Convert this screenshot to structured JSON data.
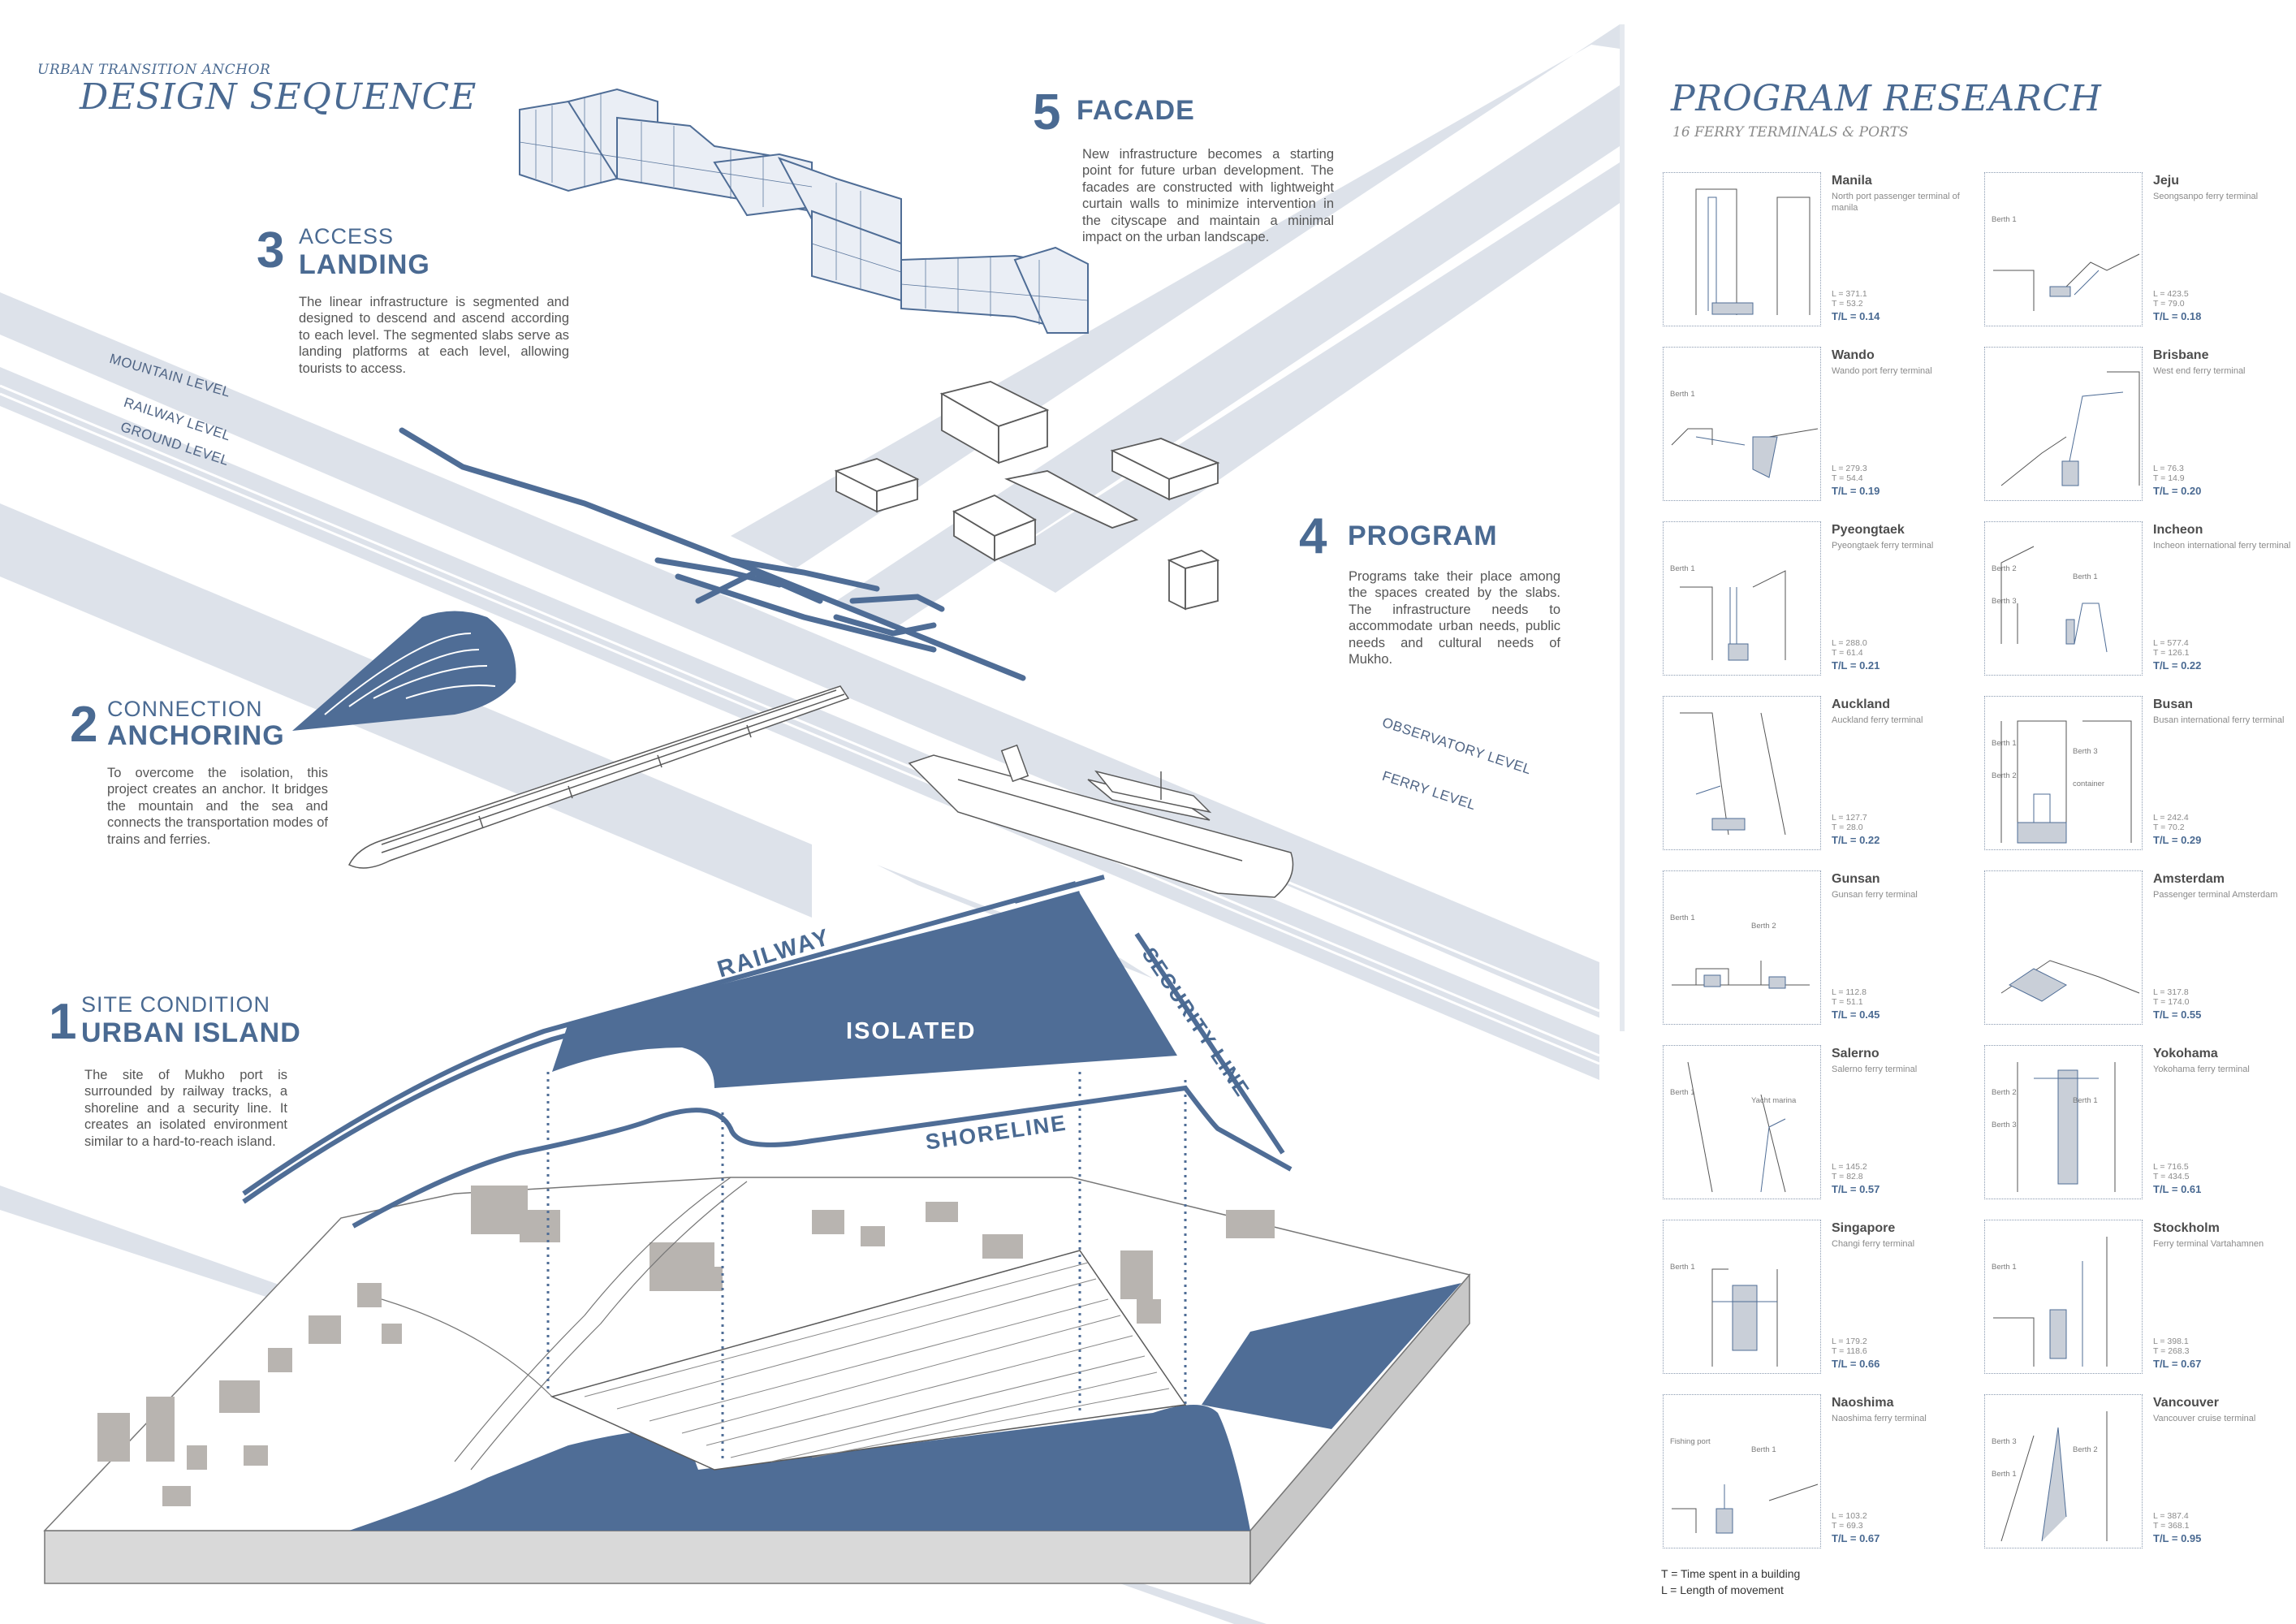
{
  "header": {
    "eyebrow": "URBAN TRANSITION ANCHOR",
    "title": "DESIGN SEQUENCE"
  },
  "steps": [
    {
      "number": "1",
      "small": "SITE CONDITION",
      "big": "URBAN ISLAND",
      "description": "The site of Mukho port is surrounded by railway tracks, a shoreline and a security line. It creates an isolated environment similar to a hard-to-reach island."
    },
    {
      "number": "2",
      "small": "CONNECTION",
      "big": "ANCHORING",
      "description": "To overcome the isolation, this project creates an anchor. It bridges the mountain and the sea and connects the transportation modes of trains and ferries."
    },
    {
      "number": "3",
      "small": "ACCESS",
      "big": "LANDING",
      "description": "The linear infrastructure is segmented and designed to descend and ascend according to each level. The segmented slabs serve as landing platforms at each level, allowing tourists to access."
    },
    {
      "number": "4",
      "small": "",
      "big": "PROGRAM",
      "description": "Programs take their place among the spaces created by the slabs. The infrastructure needs to accommodate urban needs, public needs and cultural needs of Mukho."
    },
    {
      "number": "5",
      "small": "",
      "big": "FACADE",
      "description": "New infrastructure becomes a starting point for future urban development. The facades are constructed with lightweight curtain walls to minimize intervention in the cityscape and maintain a minimal impact on the urban landscape."
    }
  ],
  "levels": {
    "mountain": "MOUNTAIN LEVEL",
    "railway": "RAILWAY LEVEL",
    "ground": "GROUND LEVEL",
    "observatory": "OBSERVATORY LEVEL",
    "ferry": "FERRY LEVEL"
  },
  "site_labels": {
    "railway": "RAILWAY",
    "security": "SECURITY LINE",
    "isolated": "ISOLATED",
    "shoreline": "SHORELINE"
  },
  "research": {
    "title": "PROGRAM RESEARCH",
    "subtitle": "16 FERRY TERMINALS & PORTS",
    "terminals": [
      {
        "name": "Manila",
        "desc": "North port passenger terminal of manila",
        "L": "L = 371.1",
        "T": "T = 53.2",
        "ratio": "T/L = 0.14",
        "berths": []
      },
      {
        "name": "Jeju",
        "desc": "Seongsanpo ferry terminal",
        "L": "L = 423.5",
        "T": "T = 79.0",
        "ratio": "T/L = 0.18",
        "berths": [
          "Berth 1"
        ]
      },
      {
        "name": "Wando",
        "desc": "Wando port ferry terminal",
        "L": "L = 279.3",
        "T": "T = 54.4",
        "ratio": "T/L = 0.19",
        "berths": [
          "Berth 1"
        ]
      },
      {
        "name": "Brisbane",
        "desc": "West end ferry terminal",
        "L": "L = 76.3",
        "T": "T = 14.9",
        "ratio": "T/L = 0.20",
        "berths": []
      },
      {
        "name": "Pyeongtaek",
        "desc": "Pyeongtaek ferry terminal",
        "L": "L = 288.0",
        "T": "T = 61.4",
        "ratio": "T/L = 0.21",
        "berths": [
          "Berth 1"
        ]
      },
      {
        "name": "Incheon",
        "desc": "Incheon international ferry terminal",
        "L": "L = 577.4",
        "T": "T = 126.1",
        "ratio": "T/L = 0.22",
        "berths": [
          "Berth 2",
          "Berth 1",
          "Berth 3"
        ]
      },
      {
        "name": "Auckland",
        "desc": "Auckland ferry terminal",
        "L": "L = 127.7",
        "T": "T = 28.0",
        "ratio": "T/L = 0.22",
        "berths": []
      },
      {
        "name": "Busan",
        "desc": "Busan international ferry terminal",
        "L": "L = 242.4",
        "T": "T = 70.2",
        "ratio": "T/L = 0.29",
        "berths": [
          "Berth 1",
          "Berth 3",
          "Berth 2",
          "container"
        ]
      },
      {
        "name": "Gunsan",
        "desc": "Gunsan ferry terminal",
        "L": "L = 112.8",
        "T": "T = 51.1",
        "ratio": "T/L = 0.45",
        "berths": [
          "Berth 1",
          "Berth 2"
        ]
      },
      {
        "name": "Amsterdam",
        "desc": "Passenger terminal Amsterdam",
        "L": "L = 317.8",
        "T": "T = 174.0",
        "ratio": "T/L = 0.55",
        "berths": []
      },
      {
        "name": "Salerno",
        "desc": "Salerno ferry terminal",
        "L": "L = 145.2",
        "T": "T = 82.8",
        "ratio": "T/L = 0.57",
        "berths": [
          "Berth 1",
          "Yacht marina"
        ]
      },
      {
        "name": "Yokohama",
        "desc": "Yokohama ferry terminal",
        "L": "L = 716.5",
        "T": "T = 434.5",
        "ratio": "T/L = 0.61",
        "berths": [
          "Berth 2",
          "Berth 1",
          "Berth 3"
        ]
      },
      {
        "name": "Singapore",
        "desc": "Changi ferry terminal",
        "L": "L = 179.2",
        "T": "T = 118.6",
        "ratio": "T/L = 0.66",
        "berths": [
          "Berth 1"
        ]
      },
      {
        "name": "Stockholm",
        "desc": "Ferry terminal Vartahamnen",
        "L": "L = 398.1",
        "T": "T = 268.3",
        "ratio": "T/L = 0.67",
        "berths": [
          "Berth 1"
        ]
      },
      {
        "name": "Naoshima",
        "desc": "Naoshima ferry terminal",
        "L": "L = 103.2",
        "T": "T = 69.3",
        "ratio": "T/L = 0.67",
        "berths": [
          "Fishing port",
          "Berth 1"
        ]
      },
      {
        "name": "Vancouver",
        "desc": "Vancouver cruise terminal",
        "L": "L = 387.4",
        "T": "T = 368.1",
        "ratio": "T/L = 0.95",
        "berths": [
          "Berth 3",
          "Berth 2",
          "Berth 1"
        ]
      }
    ],
    "legend": [
      "T = Time  spent in a building",
      "L = Length of movement"
    ]
  },
  "colors": {
    "accent": "#4a6a92",
    "fill_dark": "#4f6d96",
    "band": "#dde2ea",
    "building": "#b8b4b0"
  }
}
